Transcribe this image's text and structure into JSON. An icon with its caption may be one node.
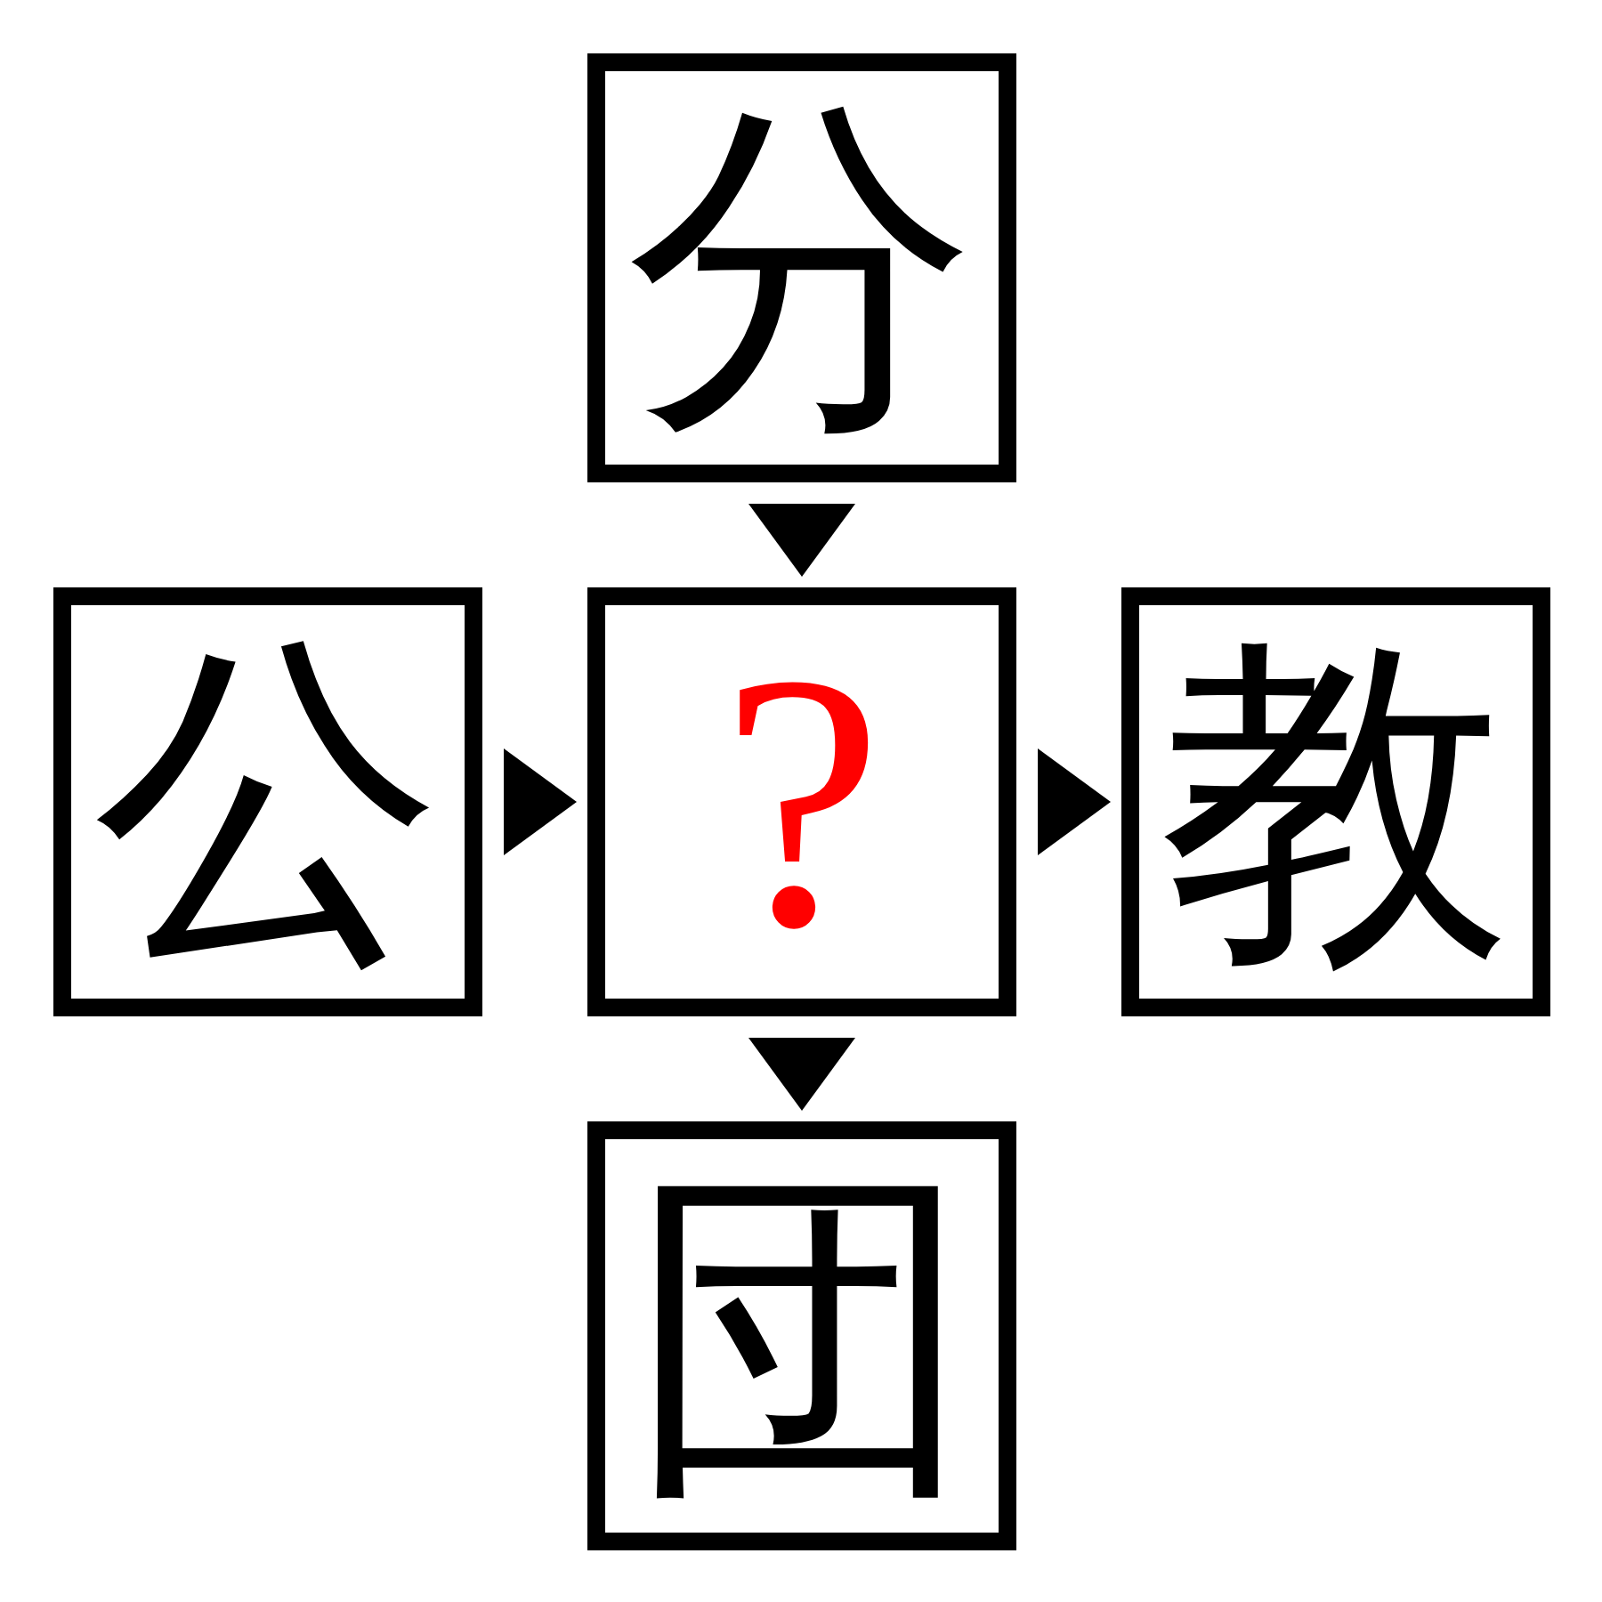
{
  "diagram": {
    "nodes": [
      {
        "text": [
          "分"
        ]
      },
      {
        "text": [
          "公"
        ]
      },
      {
        "text": [
          "?"
        ]
      },
      {
        "text": [
          "教"
        ]
      },
      {
        "text": [
          "団"
        ]
      }
    ],
    "edges": [
      {
        "from": 0,
        "to": 2,
        "arrow": "to"
      },
      {
        "from": 1,
        "to": 2,
        "arrow": "to"
      },
      {
        "from": 2,
        "to": 3,
        "arrow": "to"
      },
      {
        "from": 2,
        "to": 4,
        "arrow": "to"
      }
    ]
  }
}
